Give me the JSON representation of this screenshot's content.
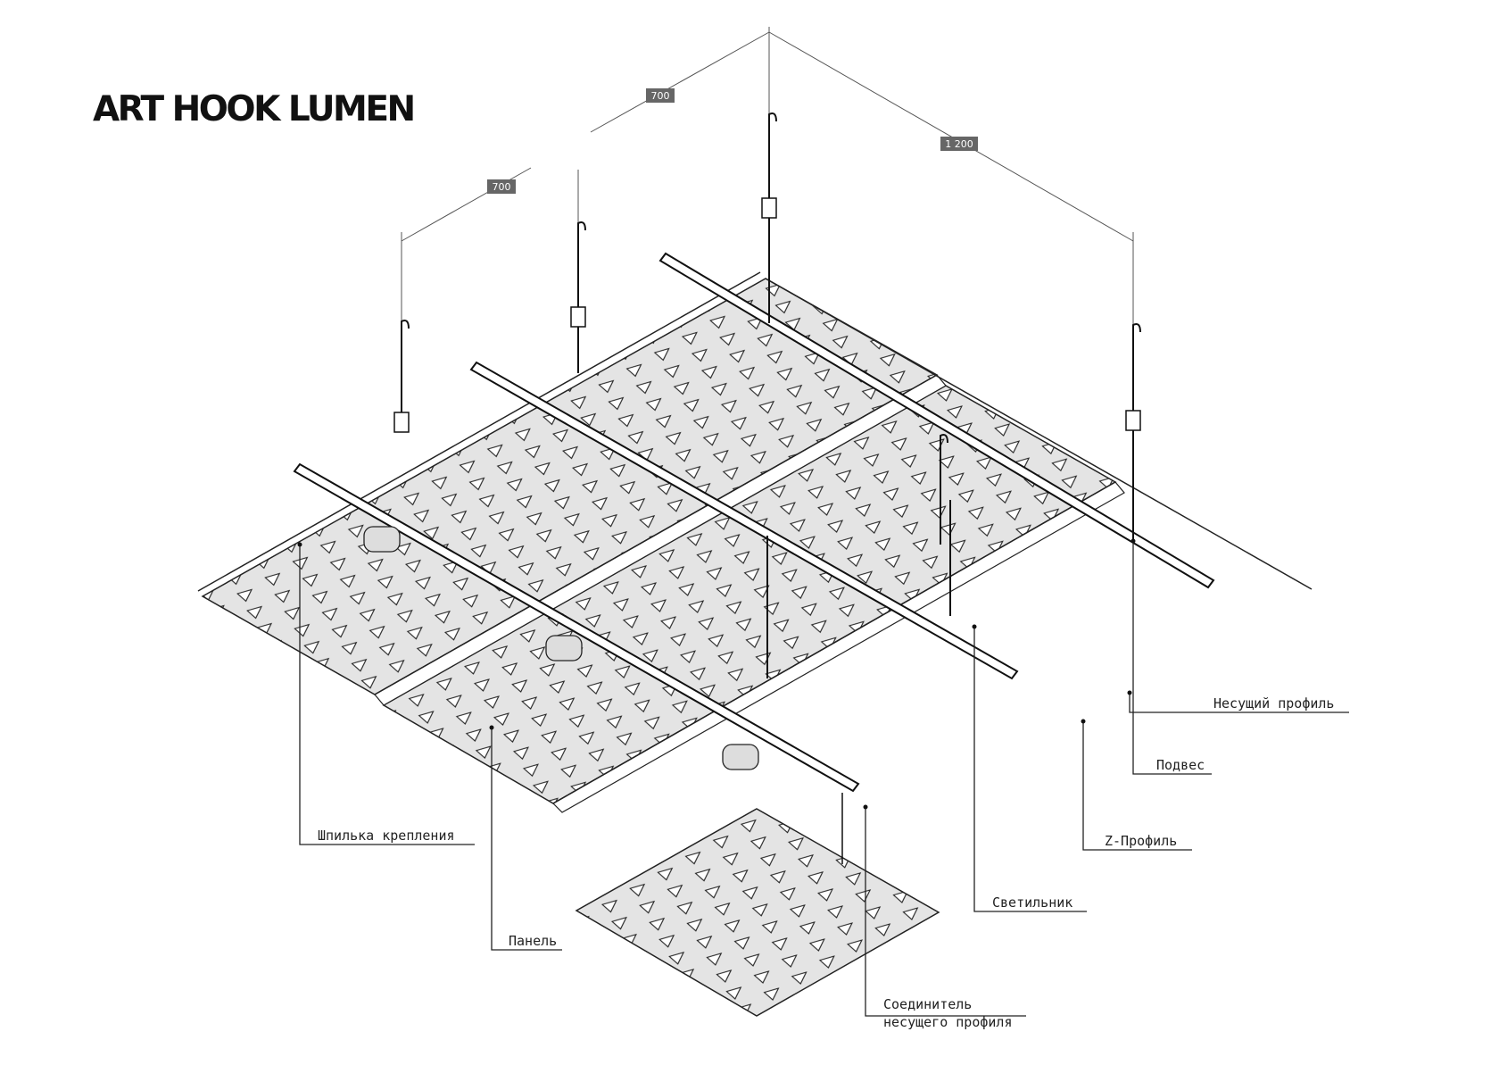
{
  "title": "ART HOOK LUMEN",
  "dimensions": {
    "left": "700",
    "middle": "700",
    "right": "1 200"
  },
  "labels": {
    "carrier": "Несущий профиль",
    "hanger": "Подвес",
    "zprofile": "Z-Профиль",
    "luminaire": "Светильник",
    "stud": "Шпилька крепления",
    "panel": "Панель",
    "connector_line1": "Соединитель",
    "connector_line2": "несущего профиля"
  }
}
